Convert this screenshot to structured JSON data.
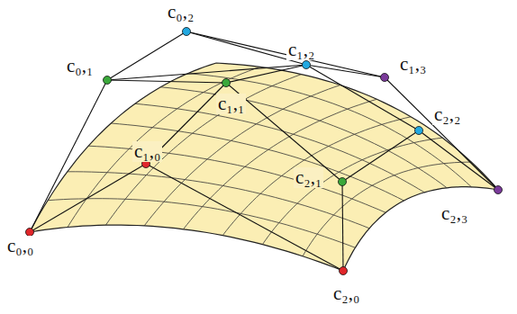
{
  "diagram": {
    "labels": [
      "c₀,₀",
      "c₀,₁",
      "c₀,₂",
      "c₁,₀",
      "c₁,₁",
      "c₁,₂",
      "c₁,₃",
      "c₂,₀",
      "c₂,₁",
      "c₂,₂",
      "c₂,₃"
    ]
  }
}
